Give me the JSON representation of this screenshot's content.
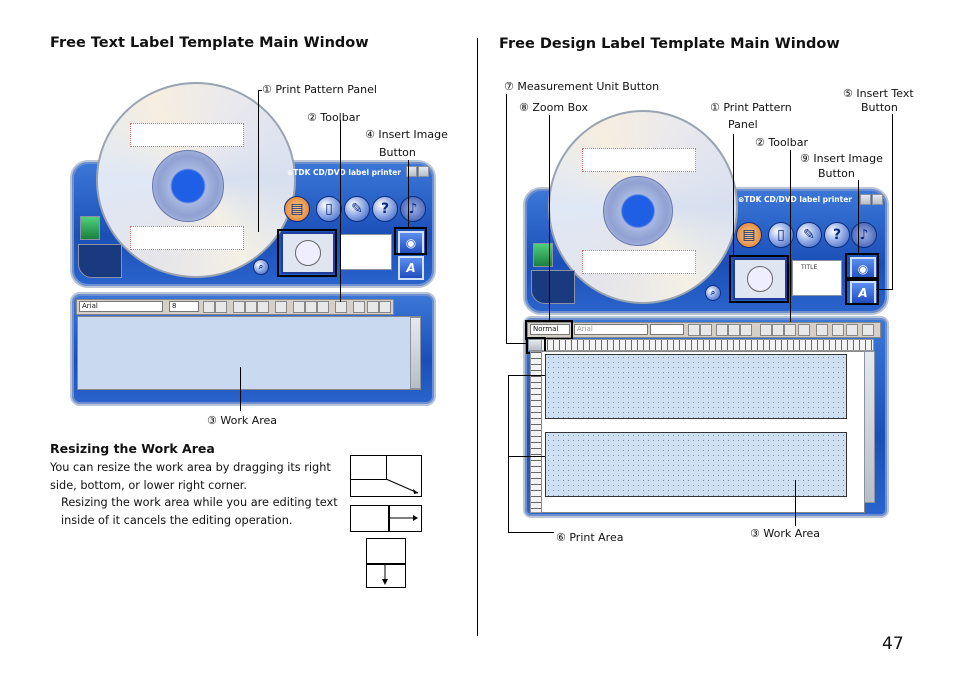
{
  "left": {
    "title": "Free Text Label Template Main Window",
    "callouts": {
      "print_pattern_panel": "① Print Pattern Panel",
      "toolbar": "② Toolbar",
      "insert_image_1": "④ Insert Image",
      "insert_image_2": "Button",
      "work_area": "③ Work Area"
    },
    "app": {
      "brand": "⊗TDK CD/DVD label printer",
      "font_name": "Arial",
      "font_size": "8"
    }
  },
  "resize": {
    "heading": "Resizing the Work Area",
    "para1_line1": "You can resize the work area by dragging its right",
    "para1_line2": "side, bottom, or lower right corner.",
    "para2_line1": "Resizing the work area while you are editing text",
    "para2_line2": "inside of it cancels the editing operation."
  },
  "right": {
    "title": "Free Design Label Template Main Window",
    "callouts": {
      "measurement_unit": "⑦ Measurement Unit Button",
      "zoom_box": "⑧ Zoom Box",
      "print_pattern_1": "① Print Pattern",
      "print_pattern_2": "Panel",
      "toolbar": "② Toolbar",
      "insert_image_1": "⑨ Insert Image",
      "insert_image_2": "Button",
      "insert_text_1": "⑤ Insert Text",
      "insert_text_2": "Button",
      "print_area": "⑥ Print Area",
      "work_area": "③ Work Area"
    },
    "app": {
      "brand": "⊗TDK CD/DVD label printer",
      "zoom_value": "Normal",
      "font_name": "Arial",
      "pattern_title": "TITLE"
    }
  },
  "page_number": "47",
  "colors": {
    "panel_blue": "#1b4fb8",
    "work_area_blue": "#c9d9ef",
    "hub_blue": "#1e5fe6"
  }
}
